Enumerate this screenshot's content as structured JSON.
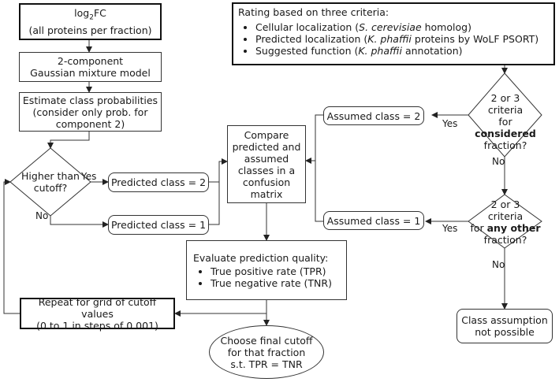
{
  "nodes": {
    "log2fc": {
      "prefix": "log",
      "sub": "2",
      "suffix": "FC",
      "line2": "(all proteins per fraction)"
    },
    "gmm": {
      "line1": "2-component",
      "line2": "Gaussian mixture model"
    },
    "estimate": {
      "line1": "Estimate class probabilities",
      "line2": "(consider only prob. for",
      "line3": "component 2)"
    },
    "higher": {
      "line1": "Higher than",
      "line2": "cutoff?"
    },
    "pred2": "Predicted class = 2",
    "pred1": "Predicted class = 1",
    "compare": {
      "line1": "Compare",
      "line2": "predicted and",
      "line3": "assumed",
      "line4": "classes in a",
      "line5": "confusion",
      "line6": "matrix"
    },
    "evaluate": {
      "title": "Evaluate prediction quality:",
      "items": [
        "True positive rate (TPR)",
        "True negative rate (TNR)"
      ]
    },
    "repeat": {
      "line1": "Repeat for grid of cutoff values",
      "line2": "(0 to 1 in steps of 0.001)"
    },
    "choose": {
      "line1": "Choose final cutoff",
      "line2": "for that fraction",
      "line3": "s.t. TPR = TNR"
    },
    "rating": {
      "title": "Rating based on three criteria:",
      "item1_a": "Cellular localization (",
      "item1_i": "S. cerevisiae",
      "item1_b": " homolog)",
      "item2_a": "Predicted localization (",
      "item2_i": "K. phaffii",
      "item2_b": " proteins by WoLF PSORT)",
      "item3_a": "Suggested function (",
      "item3_i": "K. phaffii",
      "item3_b": " annotation)"
    },
    "considered": {
      "line1": "2 or 3",
      "line2": "criteria",
      "line3a": "for ",
      "line3b": "considered",
      "line4": "fraction?"
    },
    "anyother": {
      "line1": "2 or 3",
      "line2": "criteria",
      "line3a": "for ",
      "line3b": "any other",
      "line4": "fraction?"
    },
    "assumed2": "Assumed class = 2",
    "assumed1": "Assumed class = 1",
    "notpossible": {
      "line1": "Class assumption",
      "line2": "not possible"
    }
  },
  "edge_labels": {
    "yes": "Yes",
    "no": "No"
  }
}
